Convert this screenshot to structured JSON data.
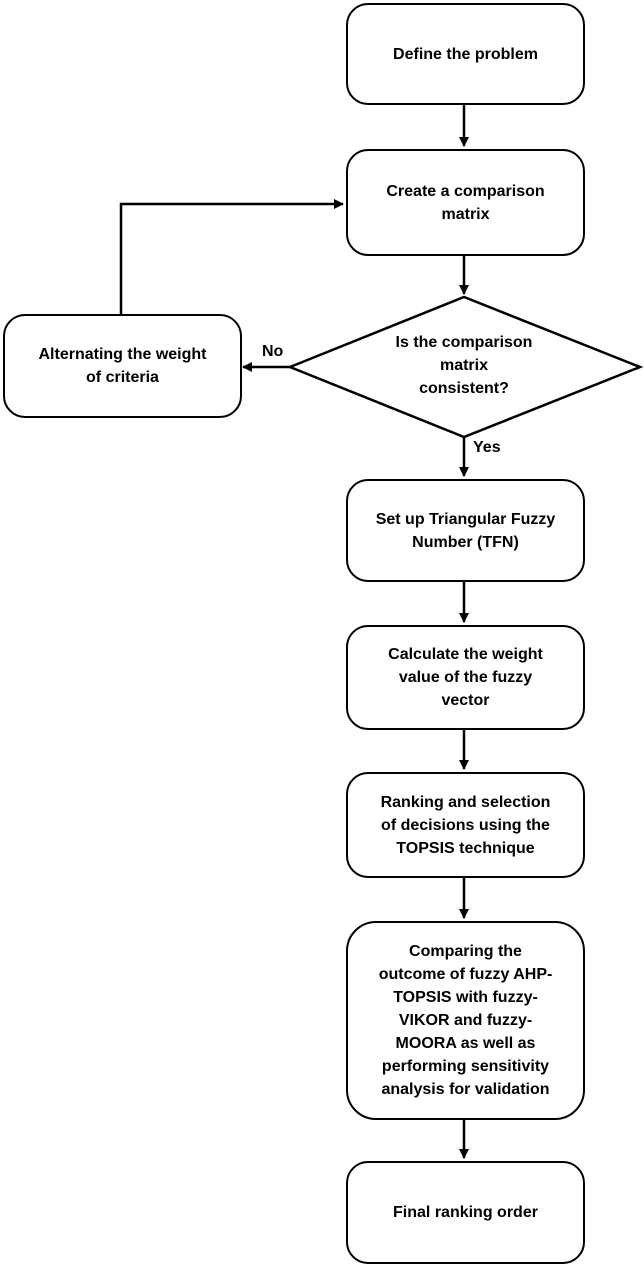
{
  "steps": {
    "define_problem": "Define the problem",
    "create_matrix": "Create a comparison\nmatrix",
    "consistency_check": "Is the comparison\nmatrix\nconsistent?",
    "alternate_weight": "Alternating the weight\nof criteria",
    "tfn": "Set up Triangular Fuzzy\nNumber (TFN)",
    "weight_vector": "Calculate the weight\nvalue of the fuzzy\nvector",
    "ranking_topsis": "Ranking and selection\nof decisions using the\nTOPSIS technique",
    "compare_validate": "Comparing the\noutcome of fuzzy AHP-\nTOPSIS with fuzzy-\nVIKOR and fuzzy-\nMOORA as well as\nperforming sensitivity\nanalysis for validation",
    "final_ranking": "Final ranking order"
  },
  "labels": {
    "no": "No",
    "yes": "Yes"
  }
}
